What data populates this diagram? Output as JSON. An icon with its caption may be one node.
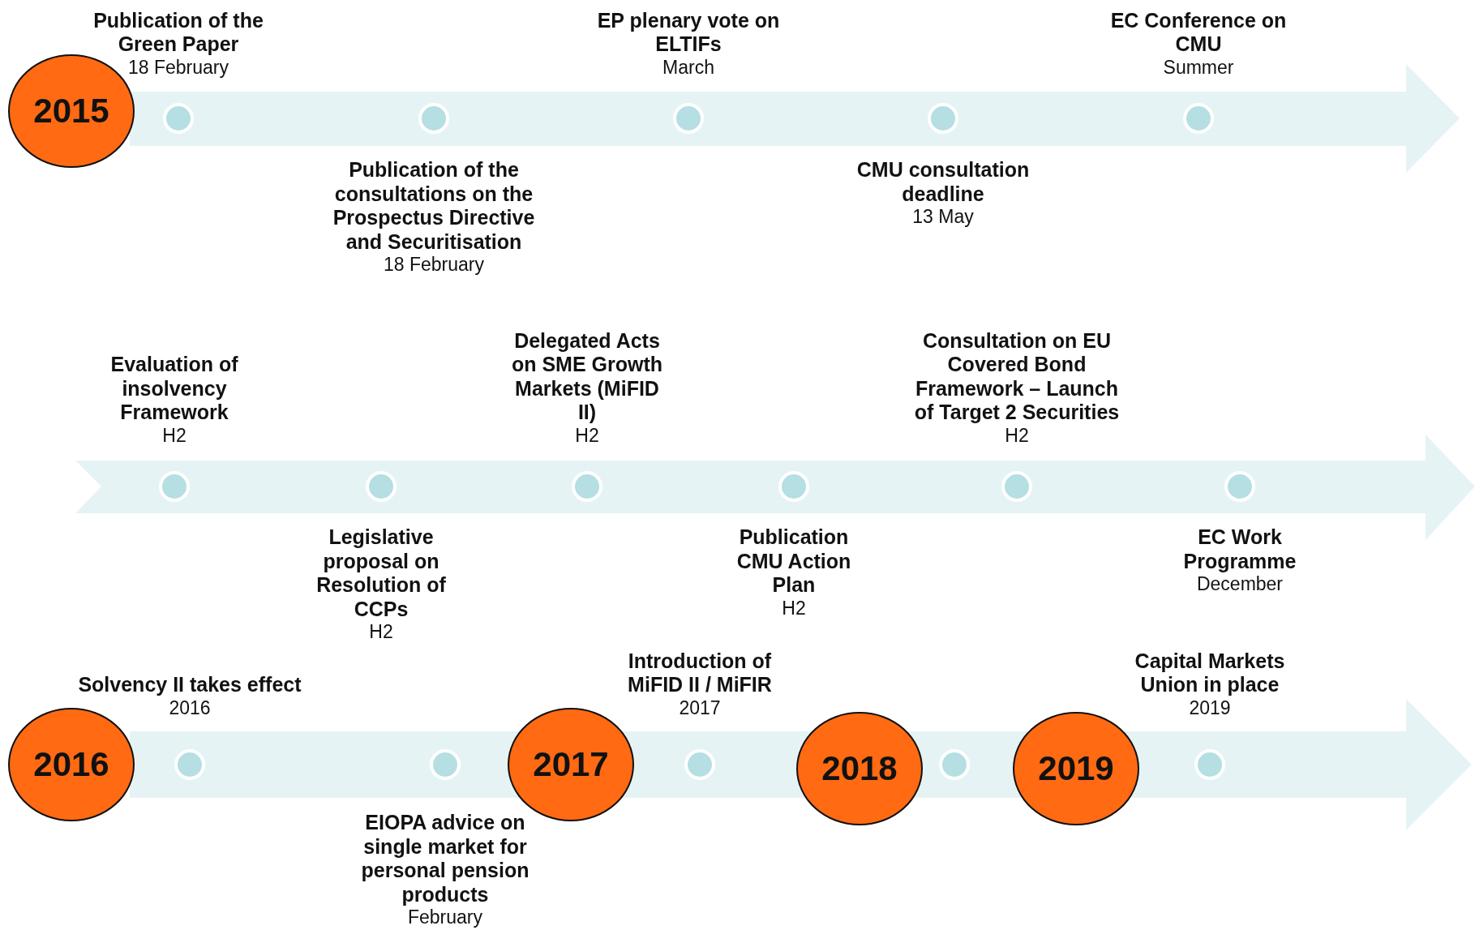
{
  "diagram": {
    "nodes": [
      {
        "text": [
          "2015"
        ]
      },
      {
        "text": [],
        "shape": "circle",
        "beside": [
          "Publication of the Green Paper",
          "18 February"
        ]
      },
      {
        "text": [],
        "shape": "circle",
        "beside": [
          "Publication of the consultations on the Prospectus Directive and Securitisation",
          "18 February"
        ]
      },
      {
        "text": [],
        "shape": "circle",
        "beside": [
          "EP plenary vote on ELTIFs",
          "March"
        ]
      },
      {
        "text": [],
        "shape": "circle",
        "beside": [
          "CMU consultation deadline",
          "13 May"
        ]
      },
      {
        "text": [],
        "shape": "circle",
        "beside": [
          "EC Conference on CMU",
          "Summer"
        ]
      },
      {
        "text": [],
        "shape": "circle",
        "beside": [
          "Evaluation of insolvency Framework",
          "H2"
        ]
      },
      {
        "text": [],
        "shape": "circle",
        "beside": [
          "Legislative proposal on Resolution of CCPs",
          "H2"
        ]
      },
      {
        "text": [],
        "shape": "circle",
        "beside": [
          "Delegated Acts on SME Growth Markets (MiFID II)",
          "H2"
        ]
      },
      {
        "text": [],
        "shape": "circle",
        "beside": [
          "Publication CMU Action Plan",
          "H2"
        ]
      },
      {
        "text": [],
        "shape": "circle",
        "beside": [
          "Consultation on EU Covered Bond Framework – Launch of Target 2 Securities",
          "H2"
        ]
      },
      {
        "text": [],
        "shape": "circle",
        "beside": [
          "EC Work Programme",
          "December"
        ]
      },
      {
        "text": [
          "2016"
        ]
      },
      {
        "text": [],
        "shape": "circle",
        "beside": [
          "Solvency II takes effect",
          "2016"
        ]
      },
      {
        "text": [],
        "shape": "circle",
        "beside": [
          "EIOPA advice on single market for personal pension products",
          "February"
        ]
      },
      {
        "text": [
          "2017"
        ]
      },
      {
        "text": [],
        "shape": "circle",
        "beside": [
          "Introduction of MiFID II / MiFIR",
          "2017"
        ]
      },
      {
        "text": [
          "2018"
        ]
      },
      {
        "text": [],
        "shape": "circle"
      },
      {
        "text": [
          "2019"
        ]
      },
      {
        "text": [],
        "shape": "circle",
        "beside": [
          "Capital Markets Union in place",
          "2019"
        ]
      }
    ]
  }
}
